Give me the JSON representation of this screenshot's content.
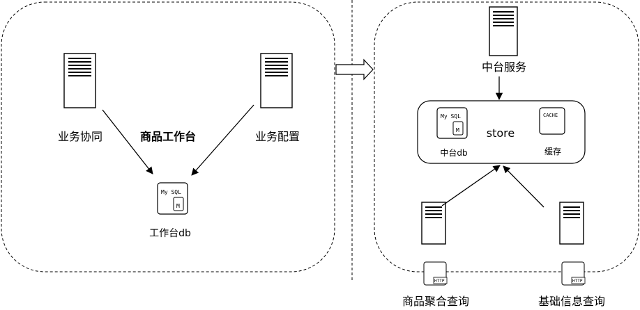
{
  "left_group": {
    "title": "商品工作台",
    "server_left_label": "业务协同",
    "server_right_label": "业务配置",
    "db": {
      "badge": "My SQL",
      "glyph": "M",
      "label": "工作台db"
    }
  },
  "right_group": {
    "top_server_label": "中台服务",
    "store": {
      "title": "store",
      "db": {
        "badge": "My SQL",
        "glyph": "M",
        "label": "中台db"
      },
      "cache": {
        "badge": "CACHE",
        "label": "缓存"
      }
    },
    "bottom_left": {
      "label": "商品聚合查询",
      "http_badge": "HTTP"
    },
    "bottom_right": {
      "label": "基础信息查询",
      "http_badge": "HTTP"
    }
  }
}
